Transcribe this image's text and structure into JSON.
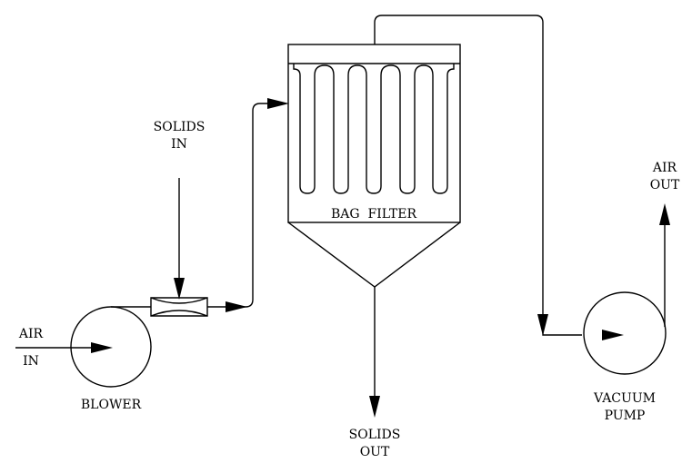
{
  "labels": {
    "solids_in_line1": "SOLIDS",
    "solids_in_line2": "IN",
    "air_in_line1": "AIR",
    "air_in_line2": "IN",
    "blower": "BLOWER",
    "bag_filter": "BAG  FILTER",
    "solids_out_line1": "SOLIDS",
    "solids_out_line2": "OUT",
    "air_out_line1": "AIR",
    "air_out_line2": "OUT",
    "vacuum_line1": "VACUUM",
    "vacuum_line2": "PUMP"
  },
  "colors": {
    "line": "#000000",
    "background": "#ffffff"
  }
}
